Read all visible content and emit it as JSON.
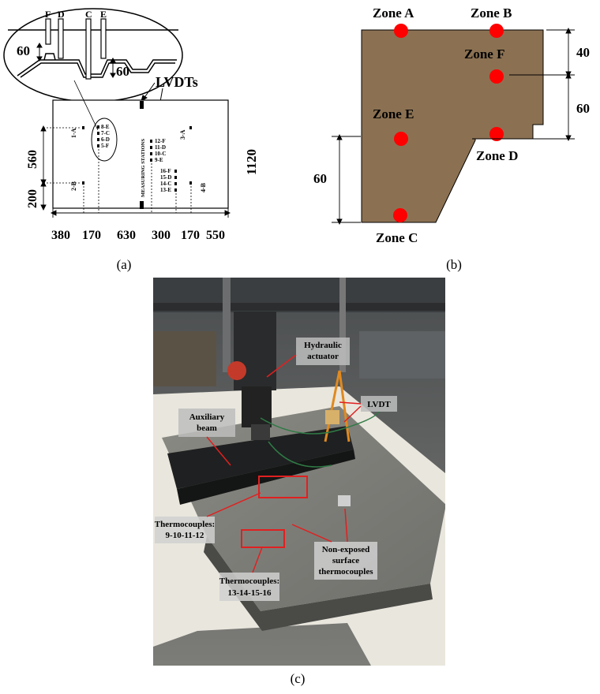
{
  "panel_a": {
    "caption": "(a)",
    "detail_labels": [
      "F",
      "D",
      "C",
      "E"
    ],
    "detail_dims": [
      "60",
      "60"
    ],
    "lvdt_label": "LVDTs",
    "dim_overall": "1120",
    "dim_left_upper": "560",
    "dim_left_lower": "200",
    "bottom_dims": [
      "380",
      "170",
      "630",
      "300",
      "170",
      "550"
    ],
    "points": [
      "1-A",
      "2-B",
      "3-A",
      "4-B"
    ],
    "stations_center": [
      "8-E",
      "7-C",
      "6-D",
      "5-F"
    ],
    "stations_right_upper": [
      "12-F",
      "11-D",
      "10-C",
      "9-E"
    ],
    "stations_right_lower": [
      "16-F",
      "15-D",
      "14-C",
      "13-E"
    ],
    "measuring_label": "MEASURING STATIONS"
  },
  "panel_b": {
    "caption": "(b)",
    "zones": [
      "Zone A",
      "Zone B",
      "Zone F",
      "Zone E",
      "Zone D",
      "Zone C"
    ],
    "dims": [
      "40",
      "60",
      "60"
    ],
    "colors": {
      "section_fill": "#8b7152",
      "marker": "#ff0000"
    }
  },
  "panel_c": {
    "caption": "(c)",
    "annotations": {
      "hydraulic": [
        "Hydraulic",
        "actuator"
      ],
      "lvdt": "LVDT",
      "auxiliary": [
        "Auxiliary",
        "beam"
      ],
      "thermo_a": [
        "Thermocouples:",
        "9-10-11-12"
      ],
      "thermo_b": [
        "Thermocouples:",
        "13-14-15-16"
      ],
      "nonexposed": [
        "Non-exposed",
        "surface",
        "thermocouples"
      ]
    }
  }
}
